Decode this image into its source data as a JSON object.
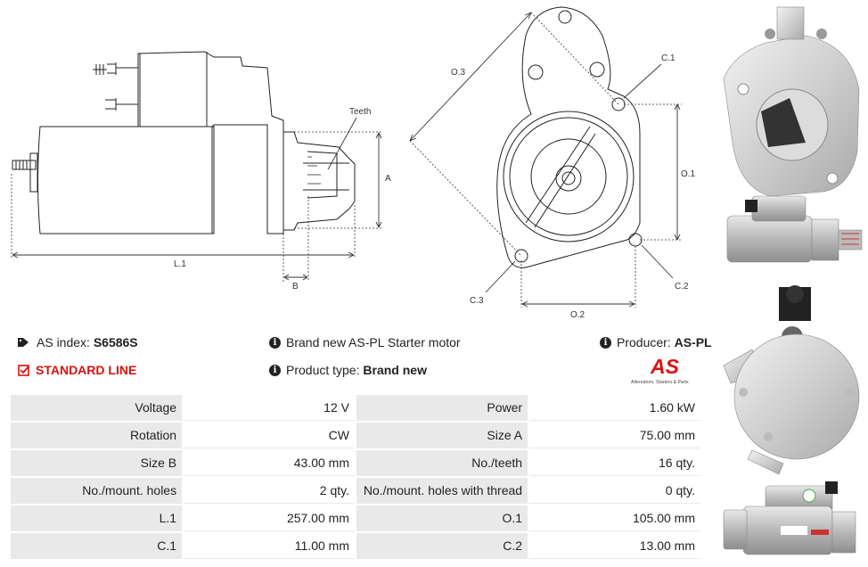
{
  "drawing": {
    "labels": {
      "teeth": "Teeth",
      "a": "A",
      "l1": "L.1",
      "b": "B",
      "o3": "O.3",
      "c1": "C.1",
      "o1": "O.1",
      "c2": "C.2",
      "c3": "C.3",
      "o2": "O.2"
    }
  },
  "info": {
    "as_index_label": "AS index:",
    "as_index_value": "S6586S",
    "standard_line": "STANDARD LINE",
    "brand_label": "Brand new AS-PL Starter motor",
    "product_type_label": "Product type:",
    "product_type_value": "Brand new",
    "producer_label": "Producer:",
    "producer_value": "AS-PL",
    "logo_text": "AS",
    "logo_tagline": "Alternators, Starters & Parts"
  },
  "specs": [
    {
      "k1": "Voltage",
      "v1": "12 V",
      "k2": "Power",
      "v2": "1.60 kW"
    },
    {
      "k1": "Rotation",
      "v1": "CW",
      "k2": "Size A",
      "v2": "75.00 mm"
    },
    {
      "k1": "Size B",
      "v1": "43.00 mm",
      "k2": "No./teeth",
      "v2": "16 qty."
    },
    {
      "k1": "No./mount. holes",
      "v1": "2 qty.",
      "k2": "No./mount. holes with thread",
      "v2": "0 qty."
    },
    {
      "k1": "L.1",
      "v1": "257.00 mm",
      "k2": "O.1",
      "v2": "105.00 mm"
    },
    {
      "k1": "C.1",
      "v1": "11.00 mm",
      "k2": "C.2",
      "v2": "13.00 mm"
    }
  ],
  "colors": {
    "accent_red": "#dd1111",
    "table_key_bg": "#e9e9e9"
  }
}
